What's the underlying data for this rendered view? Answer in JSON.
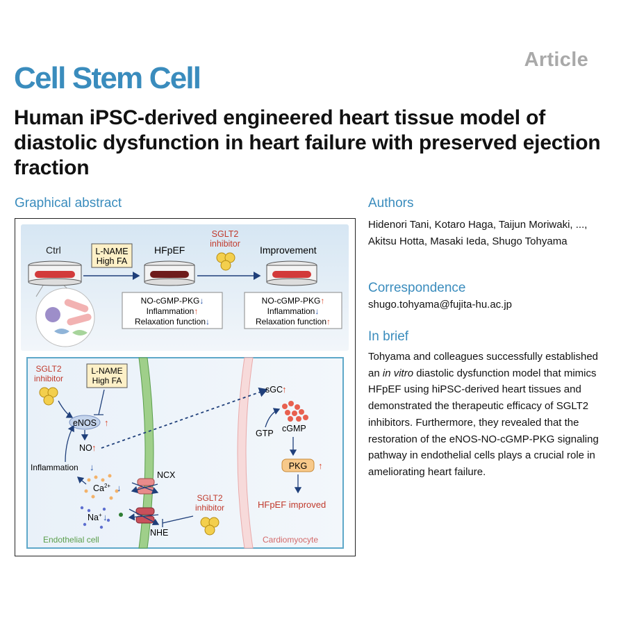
{
  "header": {
    "article_label": "Article",
    "journal": "Cell Stem Cell",
    "title": "Human iPSC-derived engineered heart tissue model of diastolic dysfunction in heart failure with preserved ejection fraction"
  },
  "graphical_abstract": {
    "heading": "Graphical abstract",
    "top": {
      "ctrl": "Ctrl",
      "treatment_line1": "L-NAME",
      "treatment_line2": "High FA",
      "hfpef": "HFpEF",
      "drug_line1": "SGLT2",
      "drug_line2": "inhibitor",
      "improvement": "Improvement",
      "hfpef_effects": [
        "NO-cGMP-PKG",
        "Inflammation",
        "Relaxation function"
      ],
      "improvement_effects": [
        "NO-cGMP-PKG",
        "Inflammation",
        "Relaxation function"
      ]
    },
    "bottom": {
      "drug_line1": "SGLT2",
      "drug_line2": "inhibitor",
      "treatment_line1": "L-NAME",
      "treatment_line2": "High FA",
      "enos": "eNOS",
      "no": "NO",
      "inflammation": "Inflammation",
      "ca_base": "Ca",
      "ca_sup": "2+",
      "ncx": "NCX",
      "na_base": "Na",
      "na_sup": "+",
      "nhe": "NHE",
      "drug2_line1": "SGLT2",
      "drug2_line2": "inhibitor",
      "endothelial": "Endothelial cell",
      "sgc": "sGC",
      "gtp": "GTP",
      "cgmp": "cGMP",
      "pkg": "PKG",
      "hfpef_improved": "HFpEF improved",
      "cardiomyocyte": "Cardiomyocyte"
    },
    "colors": {
      "up_arrow": "#d9482b",
      "down_arrow": "#1f4fa8",
      "drug_text": "#c0392b",
      "endothelial": "#5a9e4b",
      "cardiomyocyte": "#d36a6a"
    }
  },
  "authors": {
    "heading": "Authors",
    "names": "Hidenori Tani, Kotaro Haga, Taijun Moriwaki, ..., Akitsu Hotta, Masaki Ieda, Shugo Tohyama"
  },
  "correspondence": {
    "heading": "Correspondence",
    "email": "shugo.tohyama@fujita-hu.ac.jp"
  },
  "in_brief": {
    "heading": "In brief",
    "text_before": "Tohyama and colleagues successfully established an ",
    "text_italic": "in vitro",
    "text_after": " diastolic dysfunction model that mimics HFpEF using hiPSC-derived heart tissues and demonstrated the therapeutic efficacy of SGLT2 inhibitors. Furthermore, they revealed that the restoration of the eNOS-NO-cGMP-PKG signaling pathway in endothelial cells plays a crucial role in ameliorating heart failure."
  }
}
